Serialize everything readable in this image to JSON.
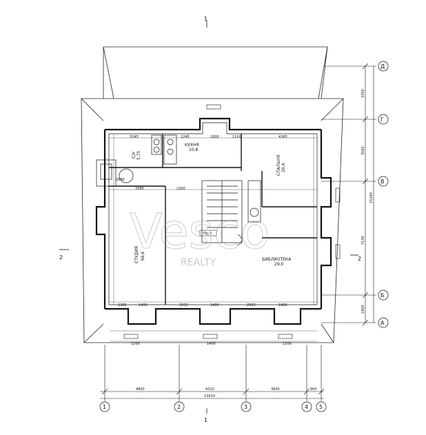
{
  "section_marks": {
    "top": "1",
    "bottom": "1",
    "left": "2",
    "right": "2"
  },
  "rooms": [
    {
      "id": "kitchen",
      "name": "КУХНЯ",
      "area": "10,8"
    },
    {
      "id": "bath",
      "name": "С/У",
      "area": "5,75"
    },
    {
      "id": "bedroom",
      "name": "СПАЛЬНЯ",
      "area": "20,4"
    },
    {
      "id": "studio",
      "name": "СТУДИЯ",
      "area": "68,6"
    },
    {
      "id": "library",
      "name": "БИБЛИОТЕКА",
      "area": "29,0"
    }
  ],
  "stair_label": "Пр-3",
  "axes_bottom": [
    "1",
    "2",
    "3",
    "4",
    "5"
  ],
  "axes_right": [
    "Д",
    "Г",
    "В",
    "Б",
    "А"
  ],
  "dims_bottom": {
    "d12": "4800",
    "d23": "4310",
    "d34": "3600",
    "d45": "900",
    "total": "13910"
  },
  "dims_right": {
    "dDG": "3350",
    "dGV": "3560",
    "dVB": "7130",
    "dBA": "1800",
    "total": "15240"
  },
  "watermark": {
    "main": "Vesco",
    "sub": "REALTY"
  }
}
